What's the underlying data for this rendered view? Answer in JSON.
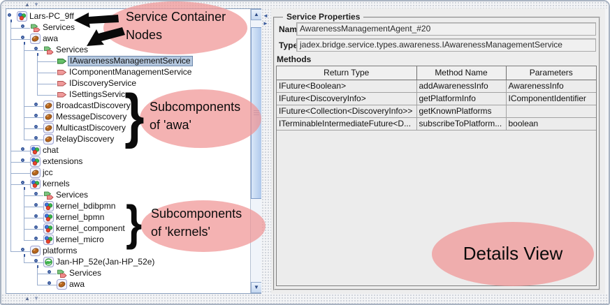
{
  "tree": {
    "nodes": [
      {
        "label": "Lars-PC_9ff",
        "level": 0,
        "icon": "platform",
        "handle": "expanded",
        "selected": false
      },
      {
        "label": "Services",
        "level": 1,
        "icon": "services",
        "handle": "collapsed",
        "selected": false
      },
      {
        "label": "awa",
        "level": 1,
        "icon": "component",
        "handle": "expanded",
        "selected": false
      },
      {
        "label": "Services",
        "level": 2,
        "icon": "services",
        "handle": "expanded",
        "selected": false
      },
      {
        "label": "IAwarenessManagementService",
        "level": 3,
        "icon": "service-green",
        "handle": "none",
        "selected": true
      },
      {
        "label": "IComponentManagementService",
        "level": 3,
        "icon": "service-red",
        "handle": "none",
        "selected": false
      },
      {
        "label": "IDiscoveryService",
        "level": 3,
        "icon": "service-red",
        "handle": "none",
        "selected": false
      },
      {
        "label": "ISettingsService",
        "level": 3,
        "icon": "service-red",
        "handle": "none",
        "selected": false
      },
      {
        "label": "BroadcastDiscovery",
        "level": 2,
        "icon": "component",
        "handle": "collapsed",
        "selected": false
      },
      {
        "label": "MessageDiscovery",
        "level": 2,
        "icon": "component",
        "handle": "collapsed",
        "selected": false
      },
      {
        "label": "MulticastDiscovery",
        "level": 2,
        "icon": "component",
        "handle": "collapsed",
        "selected": false
      },
      {
        "label": "RelayDiscovery",
        "level": 2,
        "icon": "component",
        "handle": "collapsed",
        "selected": false
      },
      {
        "label": "chat",
        "level": 1,
        "icon": "platform",
        "handle": "collapsed",
        "selected": false
      },
      {
        "label": "extensions",
        "level": 1,
        "icon": "platform",
        "handle": "collapsed",
        "selected": false
      },
      {
        "label": "jcc",
        "level": 1,
        "icon": "component",
        "handle": "none",
        "selected": false
      },
      {
        "label": "kernels",
        "level": 1,
        "icon": "platform",
        "handle": "expanded",
        "selected": false
      },
      {
        "label": "Services",
        "level": 2,
        "icon": "services",
        "handle": "collapsed",
        "selected": false
      },
      {
        "label": "kernel_bdibpmn",
        "level": 2,
        "icon": "platform",
        "handle": "collapsed",
        "selected": false
      },
      {
        "label": "kernel_bpmn",
        "level": 2,
        "icon": "platform",
        "handle": "collapsed",
        "selected": false
      },
      {
        "label": "kernel_component",
        "level": 2,
        "icon": "platform",
        "handle": "collapsed",
        "selected": false
      },
      {
        "label": "kernel_micro",
        "level": 2,
        "icon": "platform",
        "handle": "collapsed",
        "selected": false
      },
      {
        "label": "platforms",
        "level": 1,
        "icon": "component",
        "handle": "expanded",
        "selected": false
      },
      {
        "label": "Jan-HP_52e(Jan-HP_52e)",
        "level": 2,
        "icon": "globe",
        "handle": "expanded",
        "selected": false
      },
      {
        "label": "Services",
        "level": 3,
        "icon": "services",
        "handle": "collapsed",
        "selected": false
      },
      {
        "label": "awa",
        "level": 3,
        "icon": "component",
        "handle": "collapsed",
        "selected": false
      }
    ]
  },
  "scrollbar": {
    "up_arrow": "▲",
    "down_arrow": "▼"
  },
  "splitter": {
    "left_arrow": "◄",
    "right_arrow": "►",
    "up_arrow": "▲",
    "down_arrow": "▼"
  },
  "details": {
    "group_title": "Service Properties",
    "name_label": "Name",
    "name_value": "AwarenessManagementAgent_#20",
    "type_label": "Type",
    "type_value": "jadex.bridge.service.types.awareness.IAwarenessManagementService",
    "methods_label": "Methods",
    "table": {
      "columns": [
        "Return Type",
        "Method Name",
        "Parameters"
      ],
      "rows": [
        [
          "IFuture<Boolean>",
          "addAwarenessInfo",
          "AwarenessInfo"
        ],
        [
          "IFuture<DiscoveryInfo>",
          "getPlatformInfo",
          "IComponentIdentifier"
        ],
        [
          "IFuture<Collection<DiscoveryInfo>>",
          "getKnownPlatforms",
          ""
        ],
        [
          "ITerminableIntermediateFuture<D...",
          "subscribeToPlatform...",
          "boolean"
        ]
      ]
    }
  },
  "annotations": {
    "ellipse_color": "rgba(240,148,148,0.72)",
    "service_container_nodes": {
      "line1": "Service Container",
      "line2": "Nodes"
    },
    "subcomponents_awa": {
      "line1": "Subcomponents",
      "line2": "of 'awa'",
      "brace": "}"
    },
    "subcomponents_kernels": {
      "line1": "Subcomponents",
      "line2": "of 'kernels'",
      "brace": "}"
    },
    "details_view": {
      "label": "Details View"
    }
  }
}
